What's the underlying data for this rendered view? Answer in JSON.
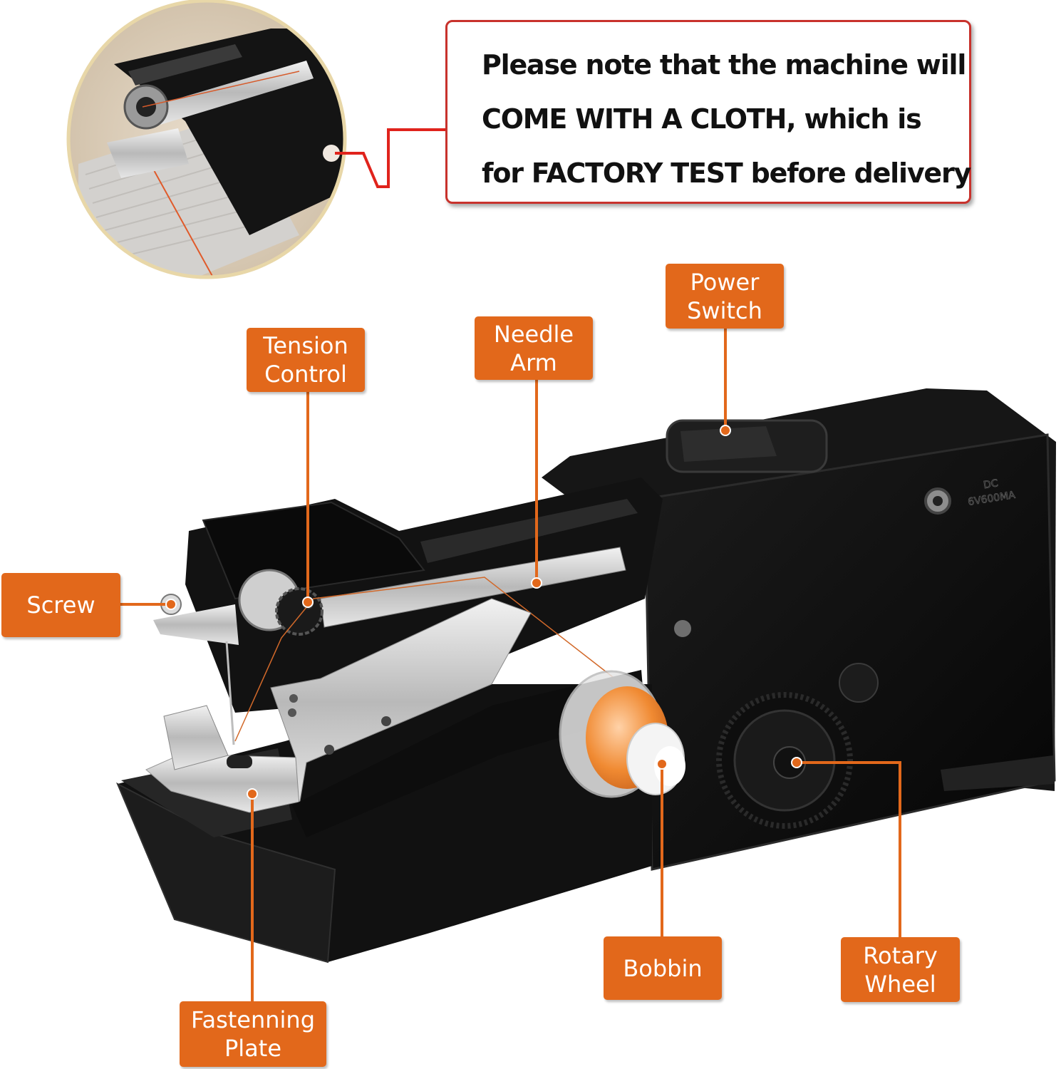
{
  "notice": {
    "lines": [
      "Please note that the machine will",
      "COME WITH A CLOTH, which is",
      "for FACTORY TEST before delivery"
    ]
  },
  "device": {
    "rating_label": "DC",
    "rating_value": "6V600MA"
  },
  "labels": {
    "power_switch": [
      "Power",
      "Switch"
    ],
    "tension_control": [
      "Tension",
      "Control"
    ],
    "needle_arm": [
      "Needle",
      "Arm"
    ],
    "screw": [
      "Screw"
    ],
    "bobbin": [
      "Bobbin"
    ],
    "rotary_wheel": [
      "Rotary",
      "Wheel"
    ],
    "fastening_plate": [
      "Fastenning",
      "Plate"
    ]
  },
  "colors": {
    "callout_orange": "#e2681b",
    "notice_border": "#c8322c",
    "connector_red": "#e0231c",
    "machine_black": "#121212"
  }
}
